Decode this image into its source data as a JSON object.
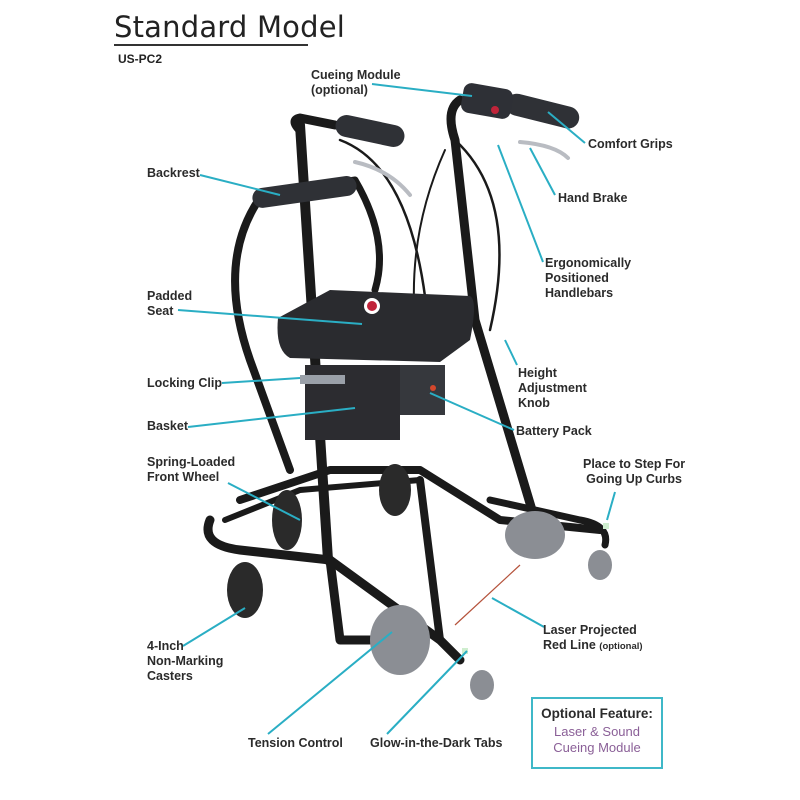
{
  "header": {
    "title": "Standard Model",
    "model_number": "US-PC2"
  },
  "callouts": {
    "cueing_module": {
      "label": "Cueing Module",
      "note": "(optional)"
    },
    "comfort_grips": {
      "label": "Comfort Grips"
    },
    "hand_brake": {
      "label": "Hand Brake"
    },
    "handlebars": {
      "label": "Ergonomically\nPositioned\nHandlebars"
    },
    "backrest": {
      "label": "Backrest"
    },
    "padded_seat": {
      "label": "Padded\nSeat"
    },
    "height_knob": {
      "label": "Height\nAdjustment\nKnob"
    },
    "locking_clip": {
      "label": "Locking Clip"
    },
    "basket": {
      "label": "Basket"
    },
    "battery_pack": {
      "label": "Battery Pack"
    },
    "front_wheel": {
      "label": "Spring-Loaded\nFront Wheel"
    },
    "step_place": {
      "label": "Place to Step For\nGoing Up Curbs"
    },
    "casters": {
      "label": "4-Inch\nNon-Marking\nCasters"
    },
    "laser_line": {
      "label": "Laser Projected\nRed Line",
      "note": "(optional)"
    },
    "tension_control": {
      "label": "Tension Control"
    },
    "glow_tabs": {
      "label": "Glow-in-the-Dark Tabs"
    }
  },
  "optional_feature": {
    "title": "Optional Feature:",
    "text": "Laser & Sound\nCueing Module"
  },
  "colors": {
    "callout_line": "#2aaec4",
    "box_border": "#3fb8c8",
    "feature_text": "#8a5f97",
    "laser_line": "#b5533c",
    "frame": "#1a1a1a"
  }
}
